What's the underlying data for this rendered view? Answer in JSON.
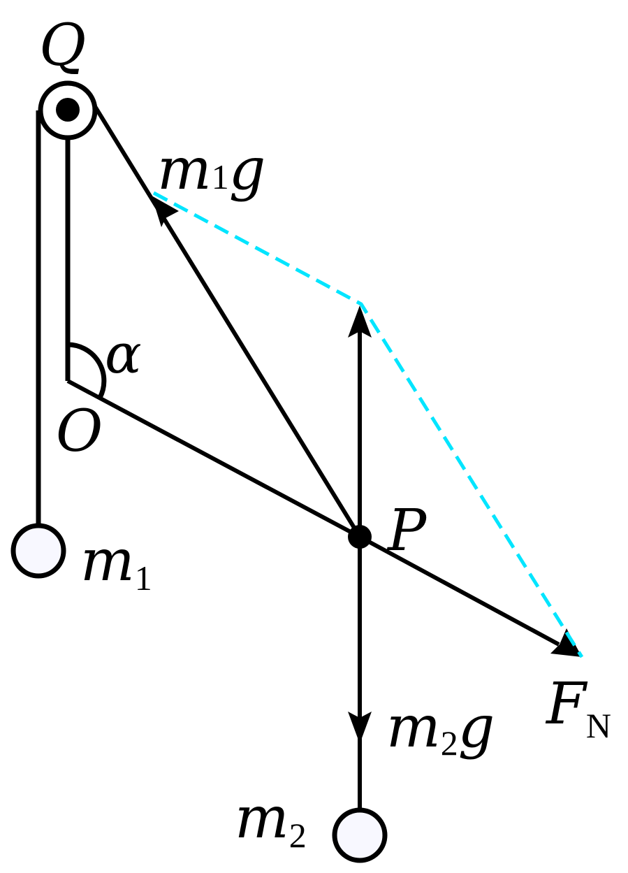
{
  "diagram": {
    "labels": {
      "pulley": "Q",
      "pivot": "O",
      "angle": "α",
      "point": "P",
      "tension_m": "m",
      "tension_sub": "1",
      "tension_g": "g",
      "mass1_m": "m",
      "mass1_sub": "1",
      "weight_m": "m",
      "weight_sub": "2",
      "weight_g": "g",
      "mass2_m": "m",
      "mass2_sub": "2",
      "normal_f": "F",
      "normal_sub": "N"
    },
    "colors": {
      "stroke": "#000000",
      "construction": "#00e5ff",
      "mass_fill": "#f8f8ff"
    }
  }
}
